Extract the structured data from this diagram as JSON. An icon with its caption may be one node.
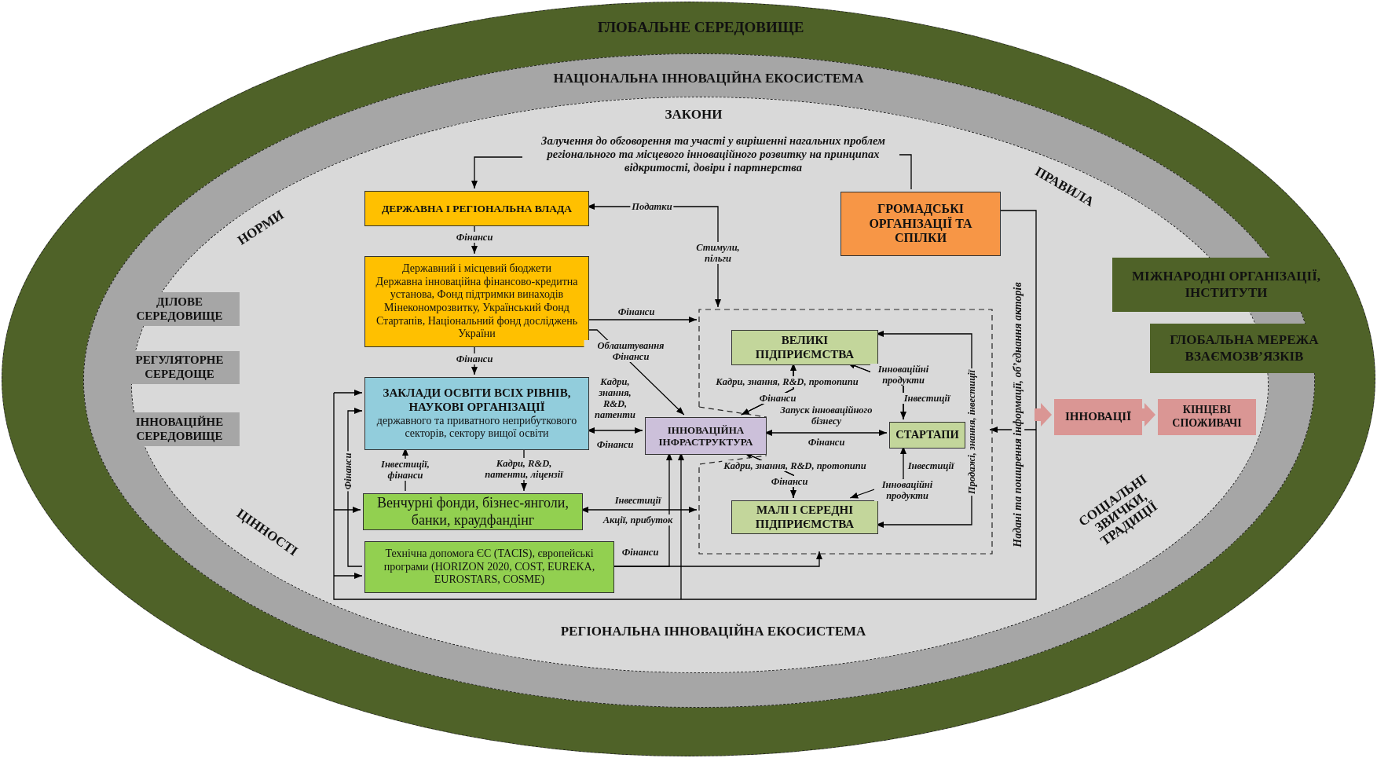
{
  "diagram": {
    "nodes": [
      {
        "text": [
          "ГЛОБАЛЬНЕ СЕРЕДОВИЩЕ"
        ]
      },
      {
        "text": [
          "НАЦІОНАЛЬНА ІННОВАЦІЙНА ЕКОСИСТЕМА"
        ],
        "in": 0
      },
      {
        "text": [
          "РЕГІОНАЛЬНА ІННОВАЦІЙНА ЕКОСИСТЕМА"
        ],
        "in": 1
      },
      {
        "text": [
          "ДІЛОВЕ СЕРЕДОВИЩЕ"
        ],
        "in": 1
      },
      {
        "text": [
          "РЕГУЛЯТОРНЕ СЕРЕДОЩЕ"
        ],
        "in": 1
      },
      {
        "text": [
          "ІННОВАЦІЙНЕ СЕРЕДОВИЩЕ"
        ],
        "in": 1
      },
      {
        "text": [
          "МІЖНАРОДНІ ОРГАНІЗАЦІЇ, ІНСТИТУТИ"
        ],
        "in": 0
      },
      {
        "text": [
          "ГЛОБАЛЬНА МЕРЕЖА ВЗАЄМОЗВ’ЯЗКІВ"
        ],
        "in": 0
      },
      {
        "text": [
          "Залучення до обговорення та участі у вирішенні нагальних проблем регіонального та місцевого інноваційного розвитку на принципах відкритості, довіри і партнерства"
        ],
        "in": 2
      },
      {
        "text": [
          "ДЕРЖАВНА І РЕГІОНАЛЬНА ВЛАДА"
        ],
        "in": 2
      },
      {
        "text": [
          "Державний і місцевий бюджети",
          "Державна інноваційна фінансово-кредитна установа, Фонд підтримки винаходів Мінекономрозвитку, Український Фонд Стартапів, Національний фонд досліджень України"
        ],
        "in": 2
      },
      {
        "text": [
          "ГРОМАДСЬКІ ОРГАНІЗАЦІЇ ТА СПІЛКИ"
        ],
        "in": 2
      },
      {
        "text": [
          "ЗАКЛАДИ ОСВІТИ ВСІХ РІВНІВ, НАУКОВІ ОРГАНІЗАЦІЇ",
          "державного та приватного неприбуткового секторів, сектору вищої освіти"
        ],
        "in": 2
      },
      {
        "text": [
          "Венчурні фонди, бізнес-янголи, банки, краудфандінг"
        ],
        "in": 2
      },
      {
        "text": [
          "Технічна допомога ЄС (TACIS), європейські програми (HORIZON 2020, COST, EUREKA, EUROSTARS, COSME)"
        ],
        "in": 2
      },
      {
        "text": [
          "ІННОВАЦІЙНА ІНФРАСТРУКТУРА"
        ],
        "in": 2
      },
      {
        "text": [],
        "shape": "box",
        "in": 2
      },
      {
        "text": [
          "ВЕЛИКІ ПІДПРИЄМСТВА"
        ],
        "in": 16
      },
      {
        "text": [
          "СТАРТАПИ"
        ],
        "in": 16
      },
      {
        "text": [
          "МАЛІ І СЕРЕДНІ ПІДПРИЄМСТВА"
        ],
        "in": 16
      },
      {
        "text": [
          "ІННОВАЦІЇ"
        ],
        "in": 2
      },
      {
        "text": [
          "КІНЦЕВІ СПОЖИВАЧІ"
        ],
        "in": 2
      }
    ],
    "edges": [
      {
        "from": 11,
        "to": 8,
        "arrow": "none"
      },
      {
        "from": 8,
        "to": 9,
        "arrow": "to"
      },
      {
        "from": 16,
        "to": 9,
        "arrow": "both",
        "label": "Податки"
      },
      {
        "from": 9,
        "to": 10,
        "arrow": "to",
        "label": "Фінанси"
      },
      {
        "from": 10,
        "to": 16,
        "arrow": "to",
        "label": "Фінанси"
      },
      {
        "from": 10,
        "to": 15,
        "arrow": "to",
        "label": "Облаштування Фінанси"
      },
      {
        "from": 10,
        "to": 12,
        "arrow": "to",
        "label": "Фінанси"
      },
      {
        "from": 15,
        "to": 12,
        "arrow": "both",
        "label": "Кадри, знання, R&D, патенти"
      },
      {
        "from": 13,
        "to": 12,
        "arrow": "to",
        "label": "Інвестиції, фінанси"
      },
      {
        "from": 12,
        "to": 13,
        "arrow": "to",
        "label": "Кадри, R&D, патенти, ліцензії"
      },
      {
        "from": 13,
        "to": 16,
        "arrow": "both",
        "label": "Інвестиції"
      },
      {
        "from": 14,
        "to": 16,
        "arrow": "to",
        "label": "Фінанси"
      },
      {
        "from": 14,
        "to": 15,
        "arrow": "to"
      },
      {
        "from": 14,
        "to": 12,
        "arrow": "to",
        "label": "Фінанси"
      },
      {
        "from": 11,
        "to": 16,
        "arrow": "to",
        "label": "Надані та поширення інформації, об’єднання акторів"
      },
      {
        "from": 11,
        "to": 15,
        "arrow": "to"
      },
      {
        "from": 11,
        "to": 12,
        "arrow": "to"
      },
      {
        "from": 11,
        "to": 13,
        "arrow": "to"
      },
      {
        "from": 11,
        "to": 14,
        "arrow": "to"
      },
      {
        "from": 17,
        "to": 19,
        "arrow": "both",
        "label": "Продажі, знання, інвестиції"
      },
      {
        "from": 15,
        "to": 17,
        "arrow": "to",
        "label": "Кадри, знання, R&D, протопипи"
      },
      {
        "from": 17,
        "to": 15,
        "arrow": "to",
        "label": "Фінанси"
      },
      {
        "from": 15,
        "to": 18,
        "arrow": "both",
        "label": "Запуск інноваційного бізнесу"
      },
      {
        "from": 19,
        "to": 15,
        "arrow": "to",
        "label": "Кадри, знання, R&D, протопипи"
      },
      {
        "from": 15,
        "to": 19,
        "arrow": "to",
        "label": "Фінанси"
      },
      {
        "from": 18,
        "to": 17,
        "arrow": "to",
        "label": "Інноваційні продукти"
      },
      {
        "from": 17,
        "to": 18,
        "arrow": "to",
        "label": "Інвестиції"
      },
      {
        "from": 19,
        "to": 18,
        "arrow": "both",
        "label": "Інвестиції"
      },
      {
        "from": null,
        "to": 20,
        "arrow": "to",
        "style": "thick",
        "color": "#da9694"
      },
      {
        "from": 20,
        "to": 21,
        "arrow": "to",
        "style": "thick",
        "color": "#da9694"
      }
    ],
    "labels": [
      "ЗАКОНИ",
      "ПРАВИЛА",
      "НОРМИ",
      "Стимули, пільги",
      "Фінанси",
      "Фінанси",
      "Інноваційні продукти",
      "Акції, прибуток",
      "СОЦІАЛЬНІ ЗВИЧКИ, ТРАДИЦІЇ",
      "ЦІННОСТІ"
    ]
  }
}
